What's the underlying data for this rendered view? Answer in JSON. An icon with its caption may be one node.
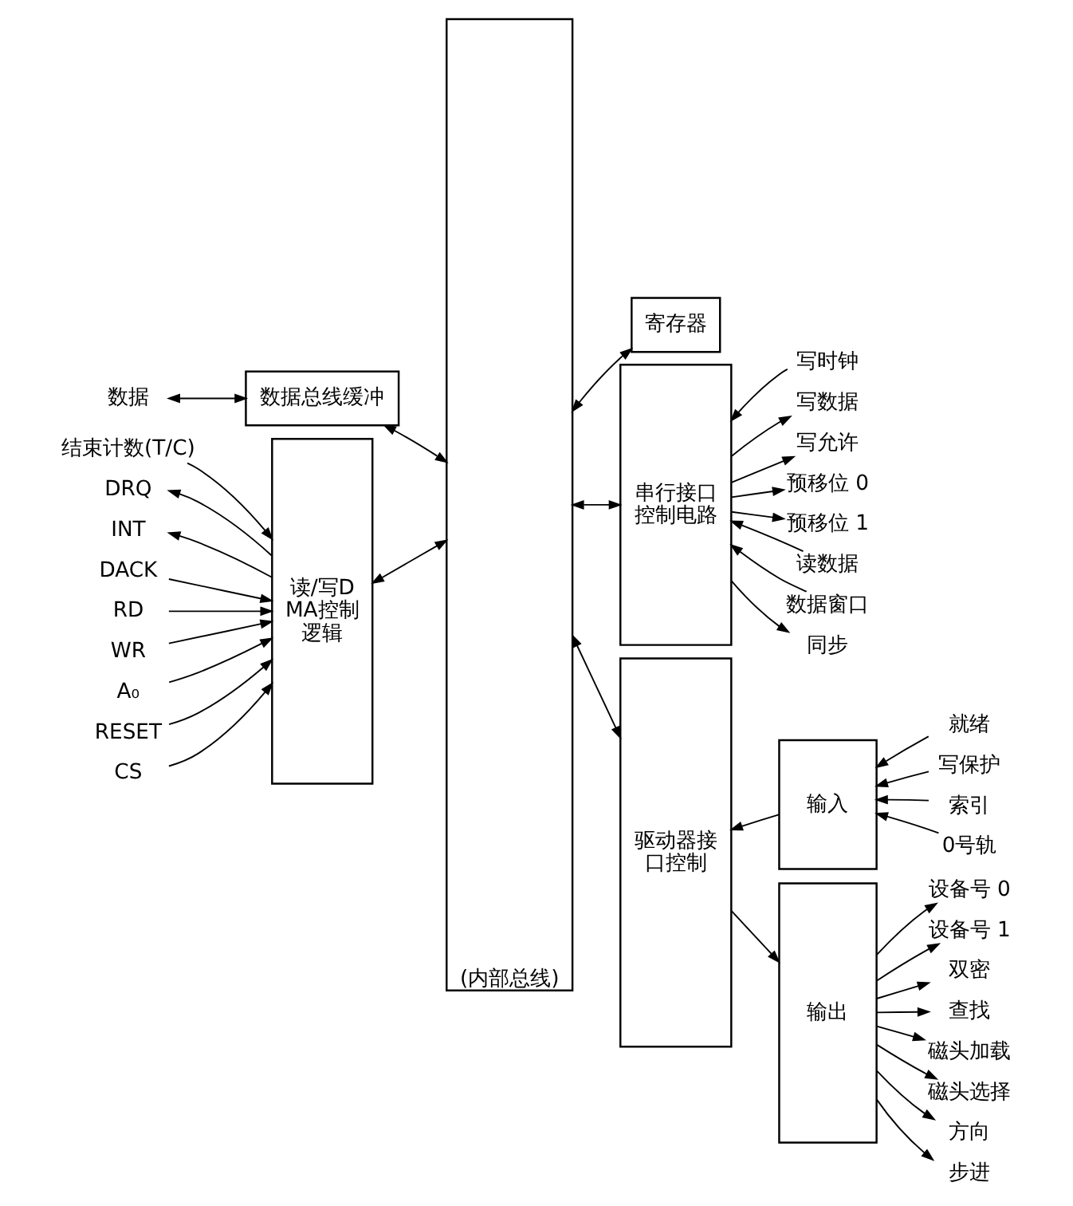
{
  "diagram": {
    "nodes": [
      {
        "text": [
          "数据"
        ]
      },
      {
        "text": [
          "数据总线缓冲"
        ]
      },
      {
        "text": [
          "结束计数(T/C)"
        ]
      },
      {
        "text": [
          "读/写DMA控制逻辑"
        ]
      },
      {
        "text": [
          "DRQ"
        ]
      },
      {
        "text": [
          "DACK"
        ]
      },
      {
        "text": [
          "INT"
        ]
      },
      {
        "text": [
          "RD"
        ]
      },
      {
        "text": [
          "WR"
        ]
      },
      {
        "text": [
          "A₀"
        ]
      },
      {
        "text": [
          "RESET"
        ]
      },
      {
        "text": [
          "CS"
        ]
      },
      {
        "text": [
          "(内部总线)"
        ]
      },
      {
        "text": [
          "寄存器"
        ]
      },
      {
        "text": [
          "串行接口控制电路"
        ]
      },
      {
        "text": [
          "写时钟"
        ]
      },
      {
        "text": [
          "写数据"
        ]
      },
      {
        "text": [
          "写允许"
        ]
      },
      {
        "text": [
          "预移位 0"
        ]
      },
      {
        "text": [
          "预移位 1"
        ]
      },
      {
        "text": [
          "读数据"
        ]
      },
      {
        "text": [
          "数据窗口"
        ]
      },
      {
        "text": [
          "同步"
        ]
      },
      {
        "text": [
          "驱动器接口控制"
        ]
      },
      {
        "text": [
          "输入"
        ]
      },
      {
        "text": [
          "就绪"
        ]
      },
      {
        "text": [
          "写保护"
        ]
      },
      {
        "text": [
          "索引"
        ]
      },
      {
        "text": [
          "0号轨"
        ]
      },
      {
        "text": [
          "输出"
        ]
      },
      {
        "text": [
          "设备号 0"
        ]
      },
      {
        "text": [
          "设备号 1"
        ]
      },
      {
        "text": [
          "双密"
        ]
      },
      {
        "text": [
          "查找"
        ]
      },
      {
        "text": [
          "磁头加载"
        ]
      },
      {
        "text": [
          "磁头选择"
        ]
      },
      {
        "text": [
          "方向"
        ]
      },
      {
        "text": [
          "步进"
        ]
      }
    ],
    "edges": [
      {
        "from": 0,
        "to": 1,
        "arrow": "both"
      },
      {
        "from": 1,
        "to": 12,
        "arrow": "both"
      },
      {
        "from": 2,
        "to": 3,
        "arrow": "to"
      },
      {
        "from": 3,
        "to": 4,
        "arrow": "to"
      },
      {
        "from": 5,
        "to": 3,
        "arrow": "to"
      },
      {
        "from": 3,
        "to": 6,
        "arrow": "to"
      },
      {
        "from": 7,
        "to": 3,
        "arrow": "to"
      },
      {
        "from": 8,
        "to": 3,
        "arrow": "to"
      },
      {
        "from": 9,
        "to": 3,
        "arrow": "to"
      },
      {
        "from": 10,
        "to": 3,
        "arrow": "to"
      },
      {
        "from": 11,
        "to": 3,
        "arrow": "to"
      },
      {
        "from": 3,
        "to": 12,
        "arrow": "both"
      },
      {
        "from": 12,
        "to": 13,
        "arrow": "both"
      },
      {
        "from": 12,
        "to": 14,
        "arrow": "both"
      },
      {
        "from": 15,
        "to": 14,
        "arrow": "to"
      },
      {
        "from": 14,
        "to": 16,
        "arrow": "to"
      },
      {
        "from": 14,
        "to": 17,
        "arrow": "to"
      },
      {
        "from": 14,
        "to": 18,
        "arrow": "to"
      },
      {
        "from": 14,
        "to": 19,
        "arrow": "to"
      },
      {
        "from": 20,
        "to": 14,
        "arrow": "to"
      },
      {
        "from": 21,
        "to": 14,
        "arrow": "to"
      },
      {
        "from": 14,
        "to": 22,
        "arrow": "to"
      },
      {
        "from": 12,
        "to": 23,
        "arrow": "both"
      },
      {
        "from": 24,
        "to": 23,
        "arrow": "to"
      },
      {
        "from": 23,
        "to": 29,
        "arrow": "to"
      },
      {
        "from": 25,
        "to": 24,
        "arrow": "to"
      },
      {
        "from": 26,
        "to": 24,
        "arrow": "to"
      },
      {
        "from": 27,
        "to": 24,
        "arrow": "to"
      },
      {
        "from": 28,
        "to": 24,
        "arrow": "to"
      },
      {
        "from": 29,
        "to": 30,
        "arrow": "to"
      },
      {
        "from": 29,
        "to": 31,
        "arrow": "to"
      },
      {
        "from": 29,
        "to": 32,
        "arrow": "to"
      },
      {
        "from": 29,
        "to": 33,
        "arrow": "to"
      },
      {
        "from": 29,
        "to": 34,
        "arrow": "to"
      },
      {
        "from": 29,
        "to": 35,
        "arrow": "to"
      },
      {
        "from": 29,
        "to": 36,
        "arrow": "to"
      },
      {
        "from": 29,
        "to": 37,
        "arrow": "to"
      }
    ]
  }
}
